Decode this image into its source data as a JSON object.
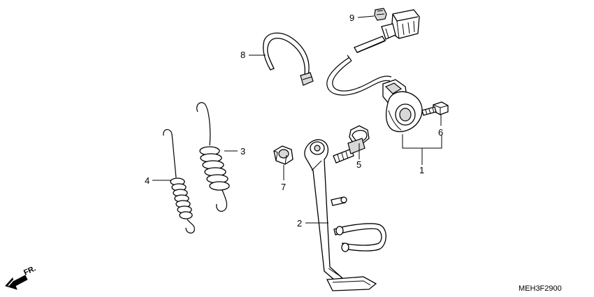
{
  "callouts": {
    "c1": "1",
    "c2": "2",
    "c3": "3",
    "c4": "4",
    "c5": "5",
    "c6": "6",
    "c7": "7",
    "c8": "8",
    "c9": "9"
  },
  "direction_label": "FR.",
  "diagram_code": "MEH3F2900"
}
